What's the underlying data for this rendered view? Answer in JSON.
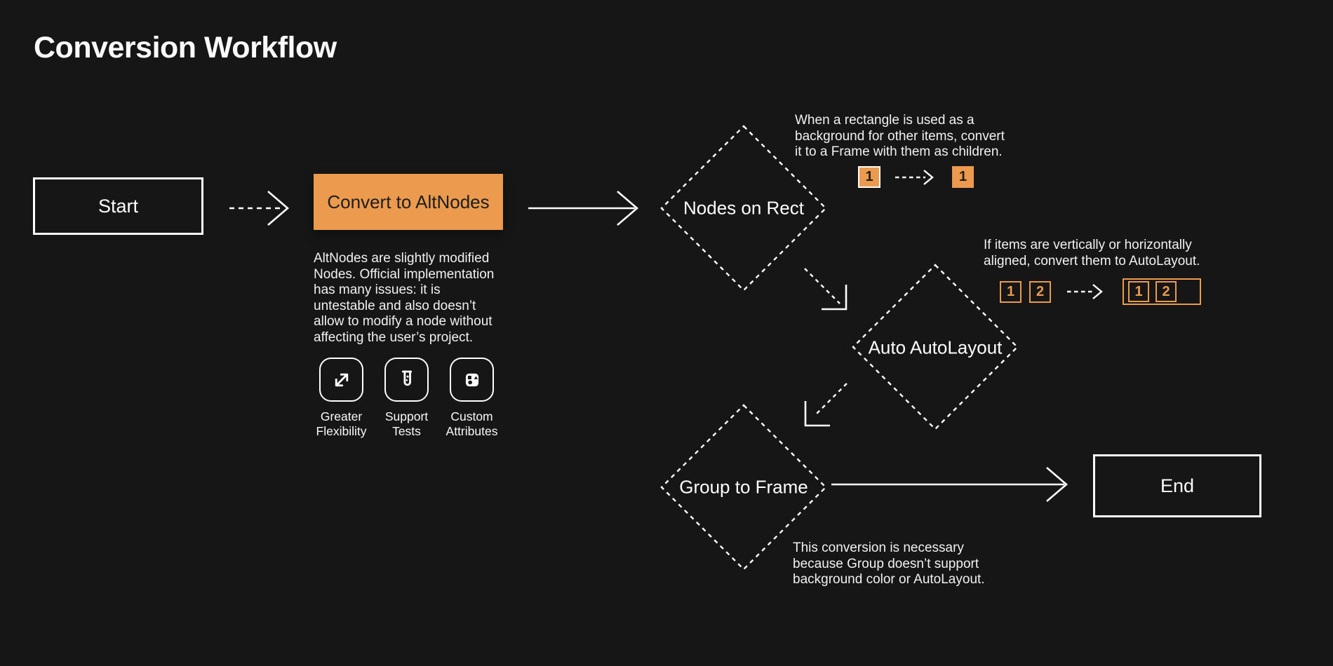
{
  "title": "Conversion Workflow",
  "colors": {
    "background": "#161616",
    "accent_orange": "#EC9A4D",
    "node_text_dark": "#1D1D1D",
    "text_light": "#F1F1F1",
    "stroke_white": "#FFFFFF"
  },
  "nodes": {
    "start": {
      "label": "Start",
      "type": "terminal"
    },
    "convert_to_altnodes": {
      "label": "Convert to AltNodes",
      "type": "process"
    },
    "nodes_on_rect": {
      "label": "Nodes on Rect",
      "type": "decision"
    },
    "auto_autolayout": {
      "label": "Auto AutoLayout",
      "type": "decision"
    },
    "group_to_frame": {
      "label": "Group to Frame",
      "type": "decision"
    },
    "end": {
      "label": "End",
      "type": "terminal"
    }
  },
  "convert_note": {
    "lines": [
      "AltNodes are slightly modified",
      "Nodes. Official implementation",
      "has many issues: it is",
      "untestable and also doesn’t",
      "allow to modify a node without",
      "affecting the user’s project."
    ]
  },
  "features": [
    {
      "icon": "expand-diagonal-arrows-icon",
      "label": "Greater Flexibility"
    },
    {
      "icon": "test-tube-icon",
      "label": "Support Tests"
    },
    {
      "icon": "shapes-icon",
      "label": "Custom Attributes"
    }
  ],
  "annotations": {
    "nodes_on_rect": {
      "lines": [
        "When a rectangle is used as a",
        "background for other items, convert",
        "it to a Frame with them as children."
      ]
    },
    "auto_autolayout": {
      "lines": [
        "If items are vertically or horizontally",
        "aligned, convert them to AutoLayout."
      ]
    },
    "group_to_frame": {
      "lines": [
        "This conversion is necessary",
        "because Group doesn’t support",
        "background color or AutoLayout."
      ]
    }
  },
  "mini_flows": {
    "rect_to_frame": {
      "before": [
        {
          "label": "1"
        }
      ],
      "after": [
        {
          "label": "1"
        }
      ]
    },
    "align_to_autolayout": {
      "before": [
        {
          "label": "1"
        },
        {
          "label": "2"
        }
      ],
      "after": [
        {
          "label": "1"
        },
        {
          "label": "2"
        }
      ]
    }
  }
}
